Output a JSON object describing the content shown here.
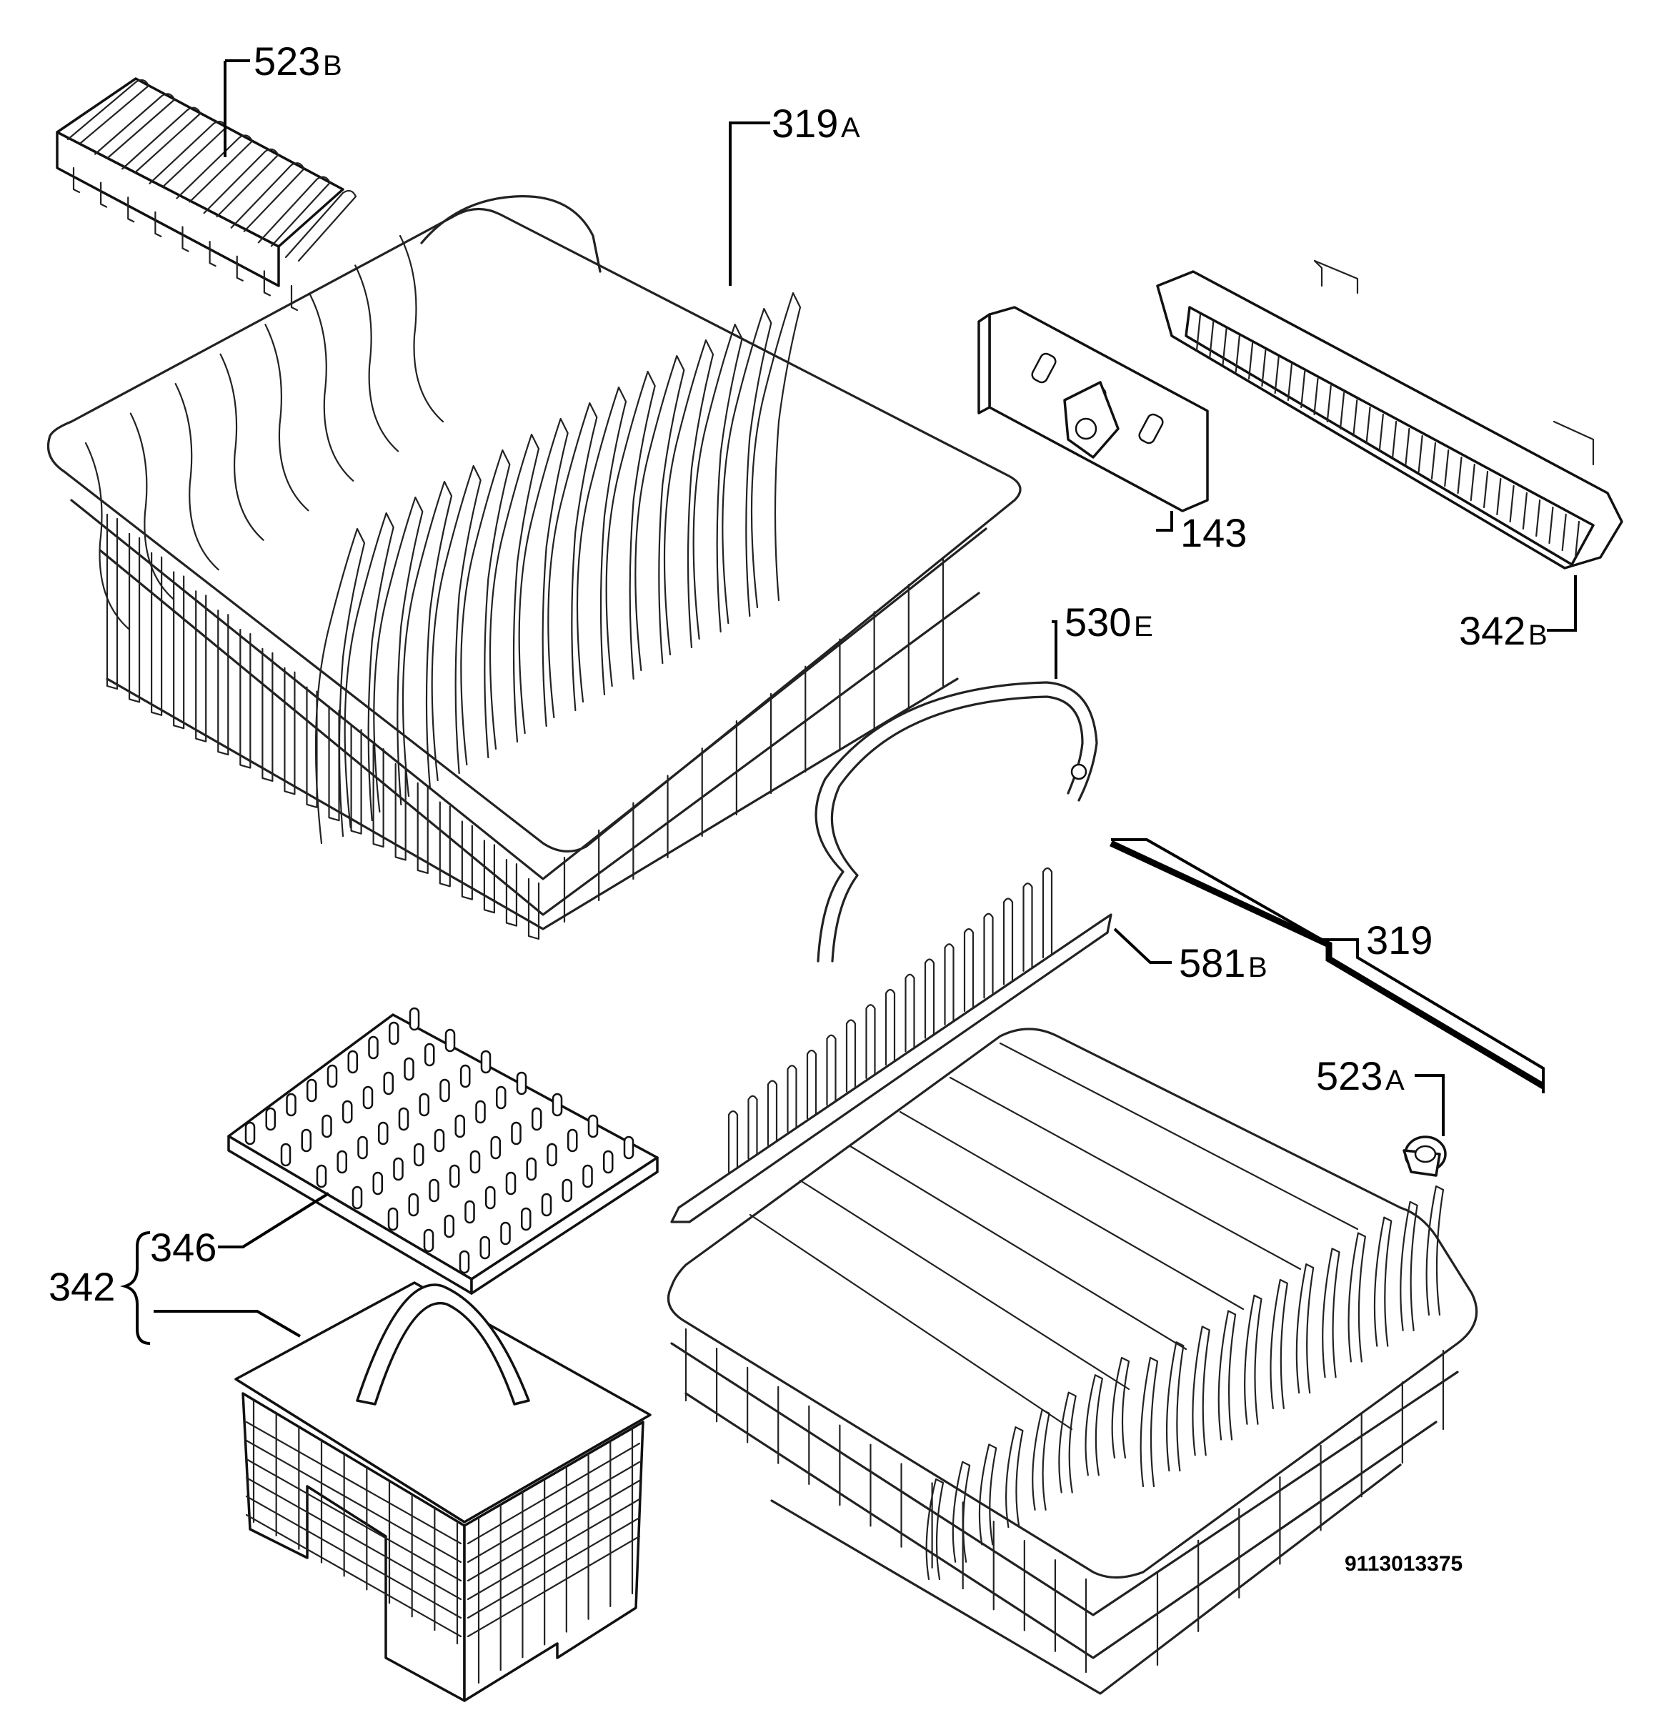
{
  "drawing_code": "9113013375",
  "parts": [
    {
      "number": "523",
      "suffix": "B",
      "name": "upper-basket-cup-rack"
    },
    {
      "number": "319",
      "suffix": "A",
      "name": "upper-basket"
    },
    {
      "number": "143",
      "suffix": "",
      "name": "basket-adjuster-bracket"
    },
    {
      "number": "342",
      "suffix": "B",
      "name": "side-utensil-basket"
    },
    {
      "number": "530",
      "suffix": "E",
      "name": "basket-handle"
    },
    {
      "number": "319",
      "suffix": "",
      "name": "lower-basket"
    },
    {
      "number": "581",
      "suffix": "B",
      "name": "plate-rack"
    },
    {
      "number": "523",
      "suffix": "A",
      "name": "basket-wheel"
    },
    {
      "number": "346",
      "suffix": "",
      "name": "cutlery-basket-lid"
    },
    {
      "number": "342",
      "suffix": "",
      "name": "cutlery-basket-assembly"
    }
  ]
}
